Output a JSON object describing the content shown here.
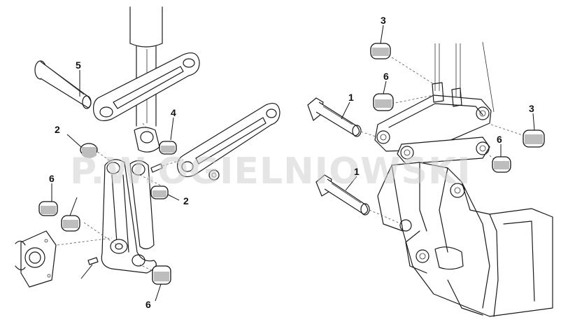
{
  "watermark": "P.W.OGIELNIOWSKI",
  "labels": {
    "left_5": "5",
    "left_4": "4",
    "left_2_top": "2",
    "left_2_mid": "2",
    "left_6_left": "6",
    "left_6_bottom": "6",
    "right_3_top": "3",
    "right_6_top": "6",
    "right_1_top": "1",
    "right_3_right": "3",
    "right_6_right": "6",
    "right_1_bottom": "1"
  }
}
